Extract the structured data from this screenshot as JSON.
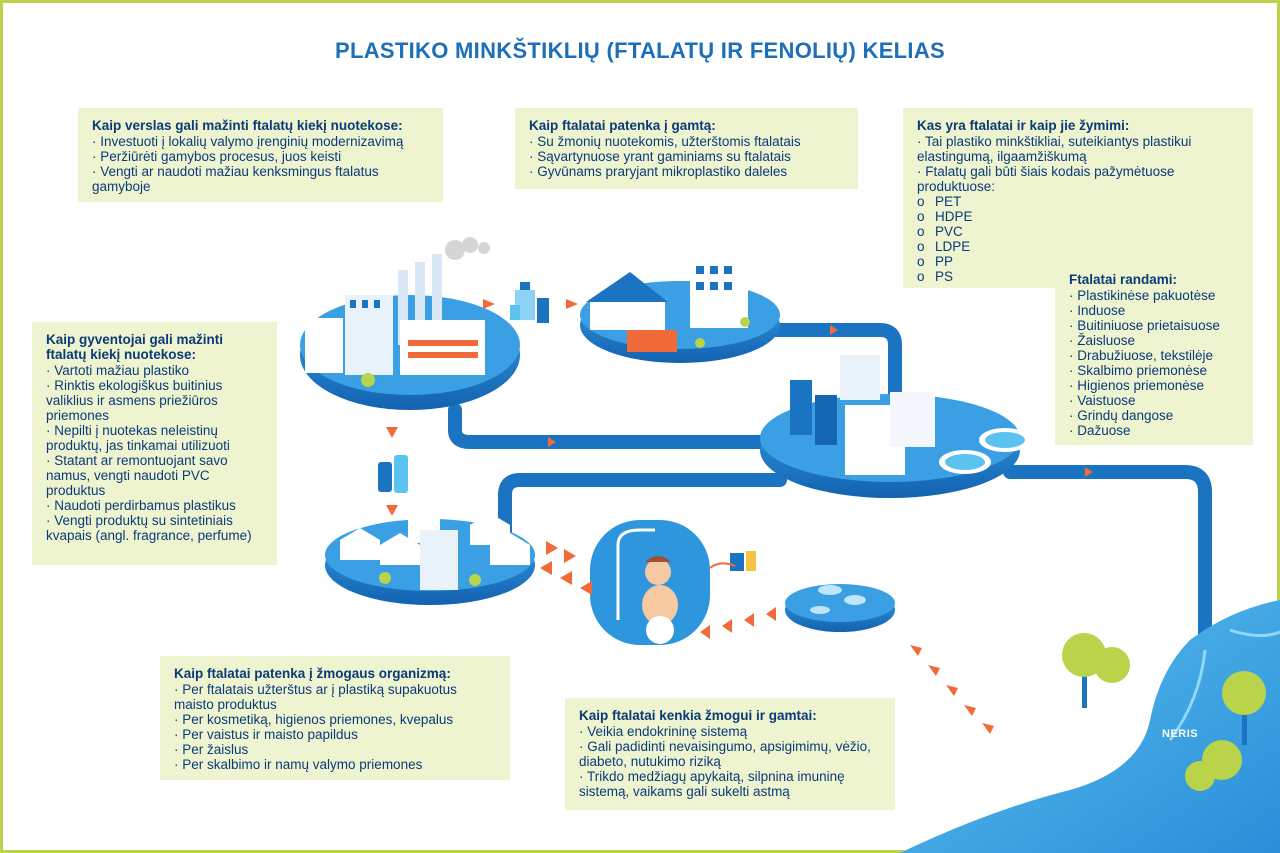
{
  "title": "PLASTIKO MINKŠTIKLIŲ (FTALATŲ IR FENOLIŲ) KELIAS",
  "colors": {
    "accent": "#1d6fb8",
    "box_bg": "#eef4cf",
    "text": "#0b3a78",
    "frame": "#b9d44a",
    "pipe": "#1a74c2",
    "arrow": "#f06a3a"
  },
  "boxes": {
    "business": {
      "heading": "Kaip verslas gali mažinti ftalatų kiekį nuotekose:",
      "items": [
        "· Investuoti į lokalių valymo įrenginių modernizavimą",
        "· Peržiūrėti gamybos procesus, juos keisti",
        "· Vengti ar naudoti mažiau kenksmingus ftalatus gamyboje"
      ]
    },
    "nature_entry": {
      "heading": "Kaip ftalatai patenka į gamtą:",
      "items": [
        "· Su žmonių nuotekomis, užterštomis ftalatais",
        "· Sąvartynuose yrant gaminiams su ftalatais",
        "· Gyvūnams praryjant mikroplastiko daleles"
      ]
    },
    "what_are": {
      "heading": "Kas yra ftalatai ir kaip jie žymimi:",
      "items": [
        "· Tai plastiko minkštikliai, suteikiantys plastikui elastingumą, ilgaamžiškumą",
        "· Ftalatų gali būti šiais kodais pažymėtuose produktuose:"
      ],
      "bullet": "o",
      "codes": [
        "PET",
        "HDPE",
        "PVC",
        "LDPE",
        "PP",
        "PS"
      ]
    },
    "found_in": {
      "heading": "Ftalatai randami:",
      "items": [
        "· Plastikinėse pakuotėse",
        "· Induose",
        "· Buitiniuose prietaisuose",
        "· Žaisluose",
        "· Drabužiuose, tekstilėje",
        "· Skalbimo priemonėse",
        "· Higienos priemonėse",
        "· Vaistuose",
        "· Grindų dangose",
        "· Dažuose"
      ]
    },
    "residents": {
      "heading": "Kaip gyventojai gali mažinti ftalatų kiekį nuotekose:",
      "items": [
        "· Vartoti mažiau plastiko",
        "· Rinktis ekologiškus buitinius valiklius ir asmens priežiūros priemones",
        "· Nepilti į nuotekas neleistinų produktų, jas tinkamai utilizuoti",
        "· Statant ar remontuojant savo namus, vengti naudoti PVC produktus",
        "· Naudoti perdirbamus plastikus",
        "· Vengti produktų su sintetiniais kvapais (angl. fragrance, perfume)"
      ]
    },
    "human_entry": {
      "heading": "Kaip ftalatai patenka į žmogaus organizmą:",
      "items": [
        "· Per ftalatais užterštus ar į plastiką supakuotus maisto produktus",
        "· Per kosmetiką, higienos priemones, kvepalus",
        "· Per vaistus ir maisto papildus",
        "· Per žaislus",
        "· Per skalbimo ir namų valymo priemones"
      ]
    },
    "harm": {
      "heading": "Kaip ftalatai kenkia žmogui ir gamtai:",
      "items": [
        "· Veikia endokrininę sistemą",
        "· Gali padidinti nevaisingumo, apsigimimų, vėžio, diabeto, nutukimo riziką",
        "· Trikdo medžiagų apykaitą, silpnina imuninę sistemą, vaikams gali sukelti astmą"
      ]
    },
    "river": {
      "label": "NERIS"
    }
  },
  "icons": [
    "factory-icon",
    "school-hospital-icon",
    "treatment-plant-icon",
    "houses-icon",
    "shower-person-icon",
    "fish-pond-icon",
    "river-icon",
    "bottles-icon",
    "detergent-icon",
    "tree-icon"
  ]
}
